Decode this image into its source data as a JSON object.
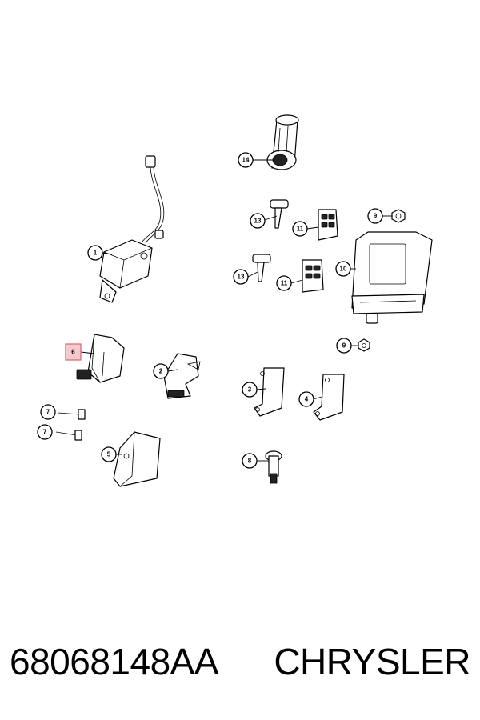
{
  "diagram": {
    "callouts": [
      "1",
      "2",
      "3",
      "4",
      "5",
      "6",
      "7",
      "7",
      "8",
      "9",
      "9",
      "10",
      "11",
      "11",
      "13",
      "13",
      "14"
    ],
    "selected_callout": "5"
  },
  "footer": {
    "part_number": "68068148AA",
    "brand": "CHRYSLER"
  }
}
